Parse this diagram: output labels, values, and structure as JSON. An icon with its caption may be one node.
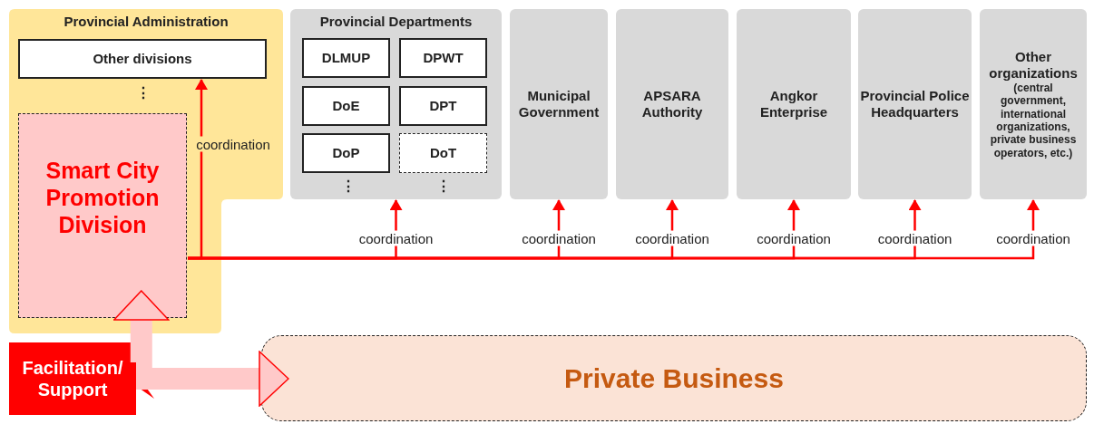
{
  "diagram": {
    "nodes": [
      {
        "text": [
          "Provincial Administration"
        ]
      },
      {
        "text": [
          "Other divisions"
        ],
        "in": 0
      },
      {
        "text": [
          "Smart City Promotion Division"
        ],
        "in": 0
      },
      {
        "text": [
          "Provincial Departments"
        ]
      },
      {
        "text": [
          "DLMUP"
        ],
        "in": 3
      },
      {
        "text": [
          "DPWT"
        ],
        "in": 3
      },
      {
        "text": [
          "DoE"
        ],
        "in": 3
      },
      {
        "text": [
          "DPT"
        ],
        "in": 3
      },
      {
        "text": [
          "DoP"
        ],
        "in": 3
      },
      {
        "text": [
          "DoT"
        ],
        "in": 3
      },
      {
        "text": [
          "Municipal Government"
        ]
      },
      {
        "text": [
          "APSARA Authority"
        ]
      },
      {
        "text": [
          "Angkor Enterprise"
        ]
      },
      {
        "text": [
          "Provincial Police Headquarters"
        ]
      },
      {
        "text": [
          "Other organizations",
          "(central government, international organizations, private business operators, etc.)"
        ]
      },
      {
        "text": [
          "Facilitation/ Support"
        ]
      },
      {
        "text": [
          "Private Business"
        ]
      }
    ],
    "edges": [
      {
        "from": 2,
        "to": 1,
        "arrow": "to",
        "label": "coordination"
      },
      {
        "from": 2,
        "to": 3,
        "arrow": "to",
        "label": "coordination"
      },
      {
        "from": 2,
        "to": 10,
        "arrow": "to",
        "label": "coordination"
      },
      {
        "from": 2,
        "to": 11,
        "arrow": "to",
        "label": "coordination"
      },
      {
        "from": 2,
        "to": 12,
        "arrow": "to",
        "label": "coordination"
      },
      {
        "from": 2,
        "to": 13,
        "arrow": "to",
        "label": "coordination"
      },
      {
        "from": 2,
        "to": 14,
        "arrow": "to",
        "label": "coordination"
      },
      {
        "from": 15,
        "to": 2,
        "arrow": "to",
        "style": "thick",
        "color": "#ffc9c9"
      },
      {
        "from": 15,
        "to": 16,
        "arrow": "to",
        "style": "thick",
        "color": "#ffc9c9"
      }
    ],
    "labels": [
      "⋮",
      "⋮",
      "⋮"
    ]
  }
}
